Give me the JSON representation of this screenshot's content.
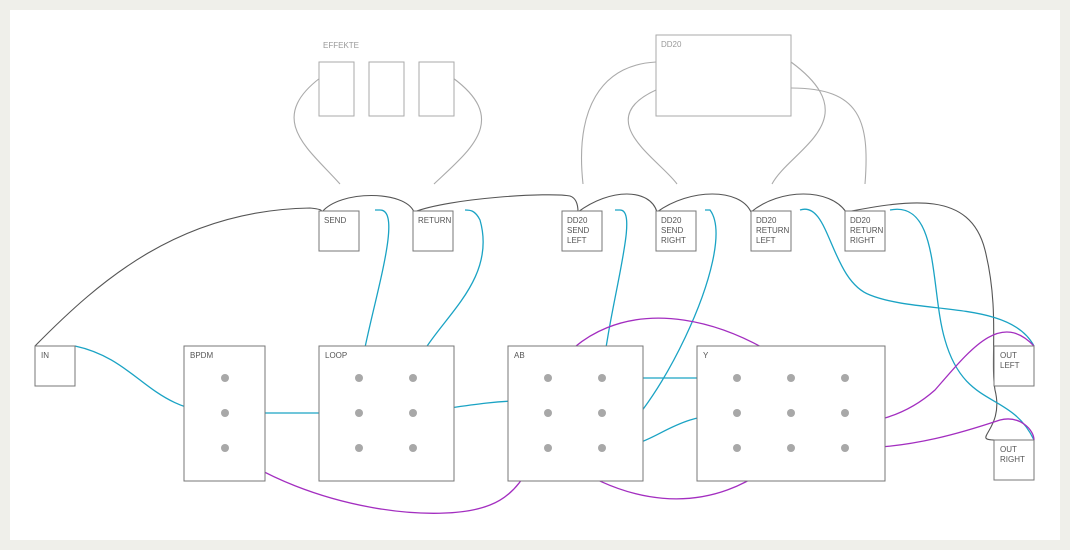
{
  "effects_title": "EFFEKTE",
  "dd20_title": "DD20",
  "patch_points": {
    "send": [
      "SEND"
    ],
    "return": [
      "RETURN"
    ],
    "dd20_send_left": [
      "DD20",
      "SEND",
      "LEFT"
    ],
    "dd20_send_right": [
      "DD20",
      "SEND",
      "RIGHT"
    ],
    "dd20_return_left": [
      "DD20",
      "RETURN",
      "LEFT"
    ],
    "dd20_return_right": [
      "DD20",
      "RETURN",
      "RIGHT"
    ]
  },
  "in_label": "IN",
  "out_left": [
    "OUT",
    "LEFT"
  ],
  "out_right": [
    "OUT",
    "RIGHT"
  ],
  "modules": {
    "bpdm": "BPDM",
    "loop": "LOOP",
    "ab": "AB",
    "y": "Y"
  },
  "colors": {
    "background": "#efefea",
    "canvas": "#ffffff",
    "cable_gray": "#555555",
    "cable_light": "#aaaaaa",
    "cable_teal": "#1aa3c4",
    "cable_purple": "#a32ec0",
    "jack": "#a8a8a8"
  }
}
